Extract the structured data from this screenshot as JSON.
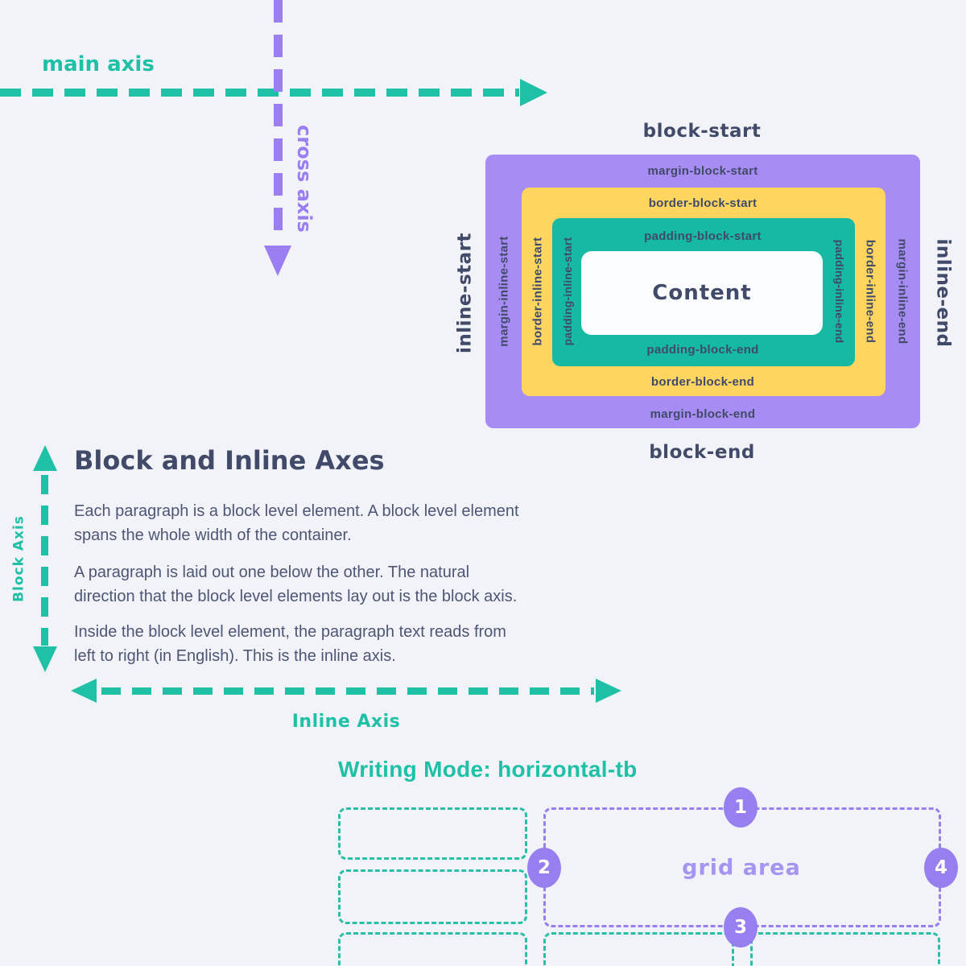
{
  "colors": {
    "background": "#f2f3f8",
    "teal": "#1ec0a6",
    "teal_fill": "#16b9a1",
    "teal_border": "#27bfa5",
    "purple_margin_fill": "#a78cf3",
    "purple_arrow": "#9b7ff2",
    "purple_grid": "#977ff0",
    "purple_grid_text": "#a595f3",
    "yellow_border_fill": "#fdd55f",
    "dark_text": "#414b69",
    "body_text": "#4d5674",
    "content_fill": "#fbfcfe"
  },
  "axes_top": {
    "main_axis_label": "main axis",
    "cross_axis_label": "cross axis"
  },
  "box_model": {
    "outer_labels": {
      "top": "block-start",
      "bottom": "block-end",
      "left": "inline-start",
      "right": "inline-end"
    },
    "margin": {
      "top": "margin-block-start",
      "bottom": "margin-block-end",
      "left": "margin-inline-start",
      "right": "margin-inline-end"
    },
    "border": {
      "top": "border-block-start",
      "bottom": "border-block-end",
      "left": "border-inline-start",
      "right": "border-inline-end"
    },
    "padding": {
      "top": "padding-block-start",
      "bottom": "padding-block-end",
      "left": "padding-inline-start",
      "right": "padding-inline-end"
    },
    "content_label": "Content"
  },
  "block_inline_section": {
    "heading": "Block and Inline Axes",
    "block_axis_label": "Block Axis",
    "inline_axis_label": "Inline Axis",
    "paragraphs": [
      [
        "Each paragraph is a block level element. A block level element",
        "spans the whole width of the container."
      ],
      [
        "A paragraph is laid out one below the other. The natural",
        "direction that the block level elements lay out is the block axis."
      ],
      [
        "Inside the block level element, the paragraph text reads from",
        "left to right (in English). This is the inline axis."
      ]
    ]
  },
  "writing_mode_section": {
    "heading": "Writing Mode: horizontal-tb",
    "grid_area_label": "grid area",
    "markers": [
      "1",
      "2",
      "3",
      "4"
    ]
  }
}
